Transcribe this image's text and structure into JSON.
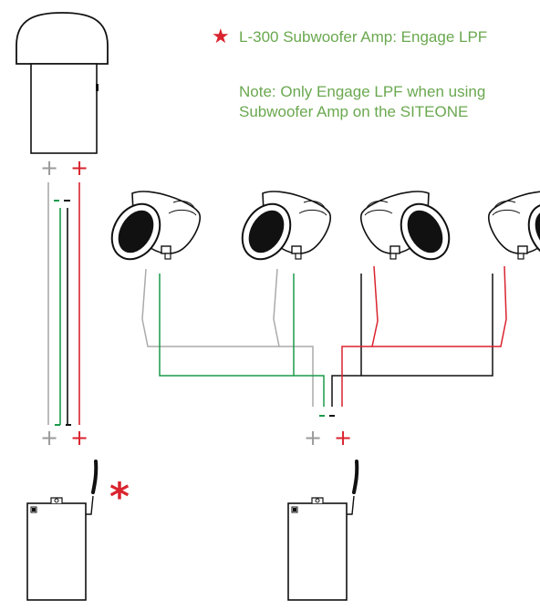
{
  "notes": {
    "star_marker": "★",
    "line1": "L-300 Subwoofer Amp: Engage LPF",
    "line2": "Note: Only Engage LPF when using",
    "line3": "Subwoofer Amp on the SITEONE"
  },
  "polarity": {
    "negative": "+",
    "positive": "+"
  },
  "amp_star": "*",
  "colors": {
    "accent_red": "#d9232e",
    "note_green": "#6aa84f",
    "wire_gray": "#aaaaaa",
    "wire_green": "#1a9a4a",
    "wire_black": "#111111",
    "outline": "#111111"
  },
  "icons": [
    "subwoofer-icon",
    "speaker-icon",
    "amplifier-icon",
    "antenna-icon",
    "star-icon"
  ]
}
